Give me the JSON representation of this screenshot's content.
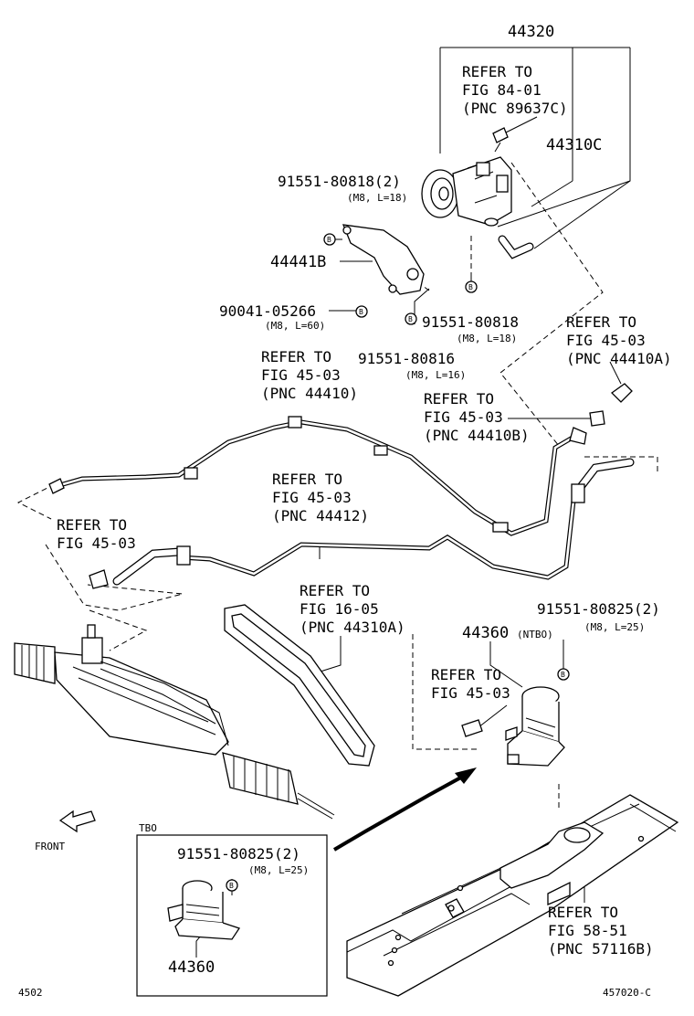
{
  "labels": {
    "pnc_44320": "44320",
    "ref_84_01_a": "REFER TO",
    "ref_84_01_b": "FIG 84-01",
    "ref_84_01_c": "(PNC 89637C)",
    "pnc_44310c": "44310C",
    "bolt_80818_2": "91551-80818(2)",
    "bolt_80818_2_spec": "(M8, L=18)",
    "pnc_44441b": "44441B",
    "bolt_05266": "90041-05266",
    "bolt_05266_spec": "(M8, L=60)",
    "bolt_80818": "91551-80818",
    "bolt_80818_spec": "(M8, L=18)",
    "bolt_80816": "91551-80816",
    "bolt_80816_spec": "(M8, L=16)",
    "ref_44410a_a": "REFER TO",
    "ref_44410a_b": "FIG 45-03",
    "ref_44410a_c": "(PNC 44410A)",
    "ref_44410_a": "REFER TO",
    "ref_44410_b": "FIG 45-03",
    "ref_44410_c": "(PNC 44410)",
    "ref_44410b_a": "REFER TO",
    "ref_44410b_b": "FIG 45-03",
    "ref_44410b_c": "(PNC 44410B)",
    "ref_44412_a": "REFER TO",
    "ref_44412_b": "FIG 45-03",
    "ref_44412_c": "(PNC 44412)",
    "ref_45_03_left_a": "REFER TO",
    "ref_45_03_left_b": "FIG 45-03",
    "ref_belt_a": "REFER TO",
    "ref_belt_b": "FIG 16-05",
    "ref_belt_c": "(PNC 44310A)",
    "bolt_80825_2": "91551-80825(2)",
    "bolt_80825_2_spec": "(M8, L=25)",
    "pnc_44360": "44360",
    "pnc_44360_note": "(NTBO)",
    "ref_45_03_res_a": "REFER TO",
    "ref_45_03_res_b": "FIG 45-03",
    "front": "FRONT",
    "tbo": "TBO",
    "tbo_bolt": "91551-80825(2)",
    "tbo_bolt_spec": "(M8, L=25)",
    "tbo_pnc": "44360",
    "ref_57116b_a": "REFER TO",
    "ref_57116b_b": "FIG 58-51",
    "ref_57116b_c": "(PNC 57116B)",
    "page_no": "4502",
    "fig_code": "457020-C",
    "bolt_mark": "B"
  }
}
